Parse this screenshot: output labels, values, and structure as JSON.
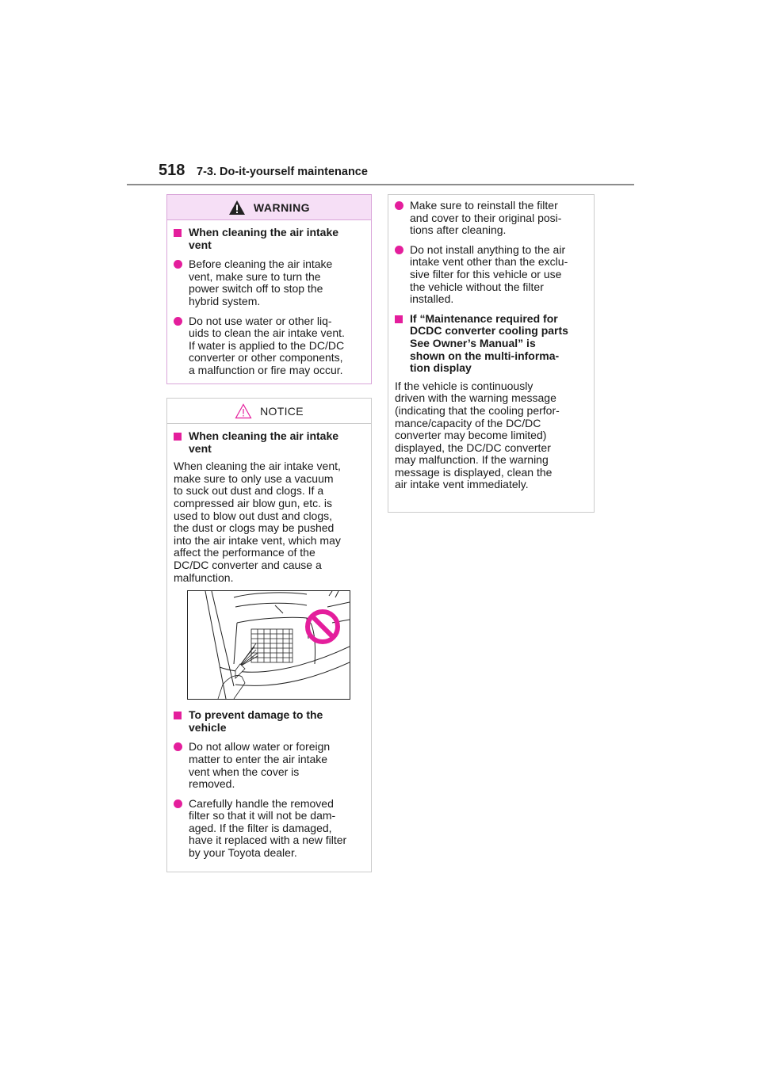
{
  "header": {
    "page_number": "518",
    "section_title": "7-3. Do-it-yourself maintenance"
  },
  "warning": {
    "title": "WARNING",
    "items": [
      {
        "type": "heading",
        "text": "When cleaning the air intake\nvent"
      },
      {
        "type": "bullet",
        "text": "Before cleaning the air intake\nvent, make sure to turn the\npower switch off to stop the\nhybrid system."
      },
      {
        "type": "bullet",
        "text": "Do not use water or other liq-\nuids to clean the air intake vent.\nIf water is applied to the DC/DC\nconverter or other components,\na malfunction or fire may occur."
      }
    ]
  },
  "notice": {
    "title": "NOTICE",
    "heading1": "When cleaning the air intake\nvent",
    "paragraph": "When cleaning the air intake vent,\nmake sure to only use a vacuum\nto suck out dust and clogs. If a\ncompressed air blow gun, etc. is\nused to blow out dust and clogs,\nthe dust or clogs may be pushed\ninto the air intake vent, which may\naffect the performance of the\nDC/DC converter and cause a\nmalfunction.",
    "heading2": "To prevent damage to the\nvehicle",
    "bullet1": "Do not allow water or foreign\nmatter to enter the air intake\nvent when the cover is\nremoved.",
    "bullet2": "Carefully handle the removed\nfilter so that it will not be dam-\naged. If the filter is damaged,\nhave it replaced with a new filter\nby your Toyota dealer."
  },
  "right_column": {
    "bullet1": "Make sure to reinstall the filter\nand cover to their original posi-\ntions after cleaning.",
    "bullet2": "Do not install anything to the air\nintake vent other than the exclu-\nsive filter for this vehicle or use\nthe vehicle without the filter\ninstalled.",
    "heading": "If “Maintenance required for\nDCDC converter cooling parts\nSee Owner’s Manual” is\nshown on the multi-informa-\ntion display",
    "paragraph": "If the vehicle is continuously\ndriven with the warning message\n(indicating that the cooling perfor-\nmance/capacity of the DC/DC\nconverter may become limited)\ndisplayed, the DC/DC converter\nmay malfunction. If the warning\nmessage is displayed, clean the\nair intake vent immediately."
  },
  "colors": {
    "accent": "#e41e9c",
    "warning_header_bg": "#f6dff6",
    "warning_border": "#d9a6d9",
    "rule": "#8c8c8c"
  },
  "icons": {
    "warning": "warning-triangle-icon",
    "notice": "notice-triangle-icon",
    "prohibition": "prohibition-icon"
  }
}
